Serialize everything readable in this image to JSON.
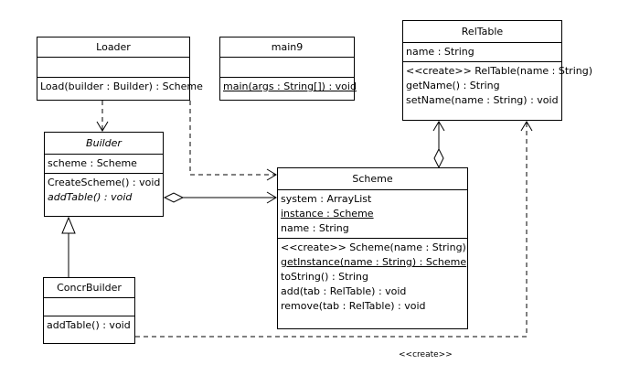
{
  "classes": {
    "loader": {
      "name": "Loader",
      "attributes": [],
      "operations": [
        "Load(builder : Builder) : Scheme"
      ]
    },
    "main9": {
      "name": "main9",
      "attributes": [],
      "operations": [
        "main(args : String[]) : void"
      ]
    },
    "reltable": {
      "name": "RelTable",
      "attributes": [
        "name : String"
      ],
      "operations": [
        "<<create>> RelTable(name : String)",
        "getName() : String",
        "setName(name : String) : void"
      ]
    },
    "builder": {
      "name": "Builder",
      "attributes": [
        "scheme : Scheme"
      ],
      "operations": [
        "CreateScheme() : void",
        "addTable() : void"
      ]
    },
    "scheme": {
      "name": "Scheme",
      "attributes": [
        "system : ArrayList",
        "instance : Scheme",
        "name : String"
      ],
      "operations": [
        "<<create>> Scheme(name : String)",
        "getInstance(name : String) : Scheme",
        "toString() : String",
        "add(tab : RelTable) : void",
        "remove(tab : RelTable) : void"
      ]
    },
    "concrbuilder": {
      "name": "ConcrBuilder",
      "attributes": [],
      "operations": [
        "addTable() : void"
      ]
    }
  },
  "relations": {
    "create_label": "<<create>>"
  }
}
